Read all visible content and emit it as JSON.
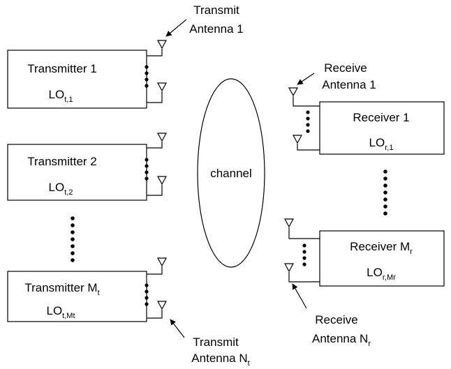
{
  "transmitters": [
    {
      "name": "Transmitter 1",
      "lo": "LO",
      "lo_sub": "t,1"
    },
    {
      "name": "Transmitter 2",
      "lo": "LO",
      "lo_sub": "t,2"
    },
    {
      "name": "Transmitter M",
      "name_sub": "t",
      "lo": "LO",
      "lo_sub": "t,Mt"
    }
  ],
  "receivers": [
    {
      "name": "Receiver 1",
      "lo": "LO",
      "lo_sub": "r,1"
    },
    {
      "name": "Receiver M",
      "name_sub": "r",
      "lo": "LO",
      "lo_sub": "r,Mr"
    }
  ],
  "channel_label": "channel",
  "annotations": {
    "tx_ant_1": {
      "line1": "Transmit",
      "line2": "Antenna 1"
    },
    "rx_ant_1": {
      "line1": "Receive",
      "line2": "Antenna 1"
    },
    "rx_ant_n": {
      "line1": "Receive",
      "line2": "Antenna N",
      "sub": "r"
    },
    "tx_ant_n": {
      "line1": "Transmit",
      "line2": "Antenna N",
      "sub": "t"
    }
  }
}
